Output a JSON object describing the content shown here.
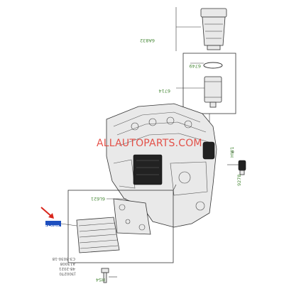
{
  "callouts": {
    "filter_cap": "6A832",
    "o_ring": "6749",
    "filter_element": "6714",
    "cooler_gasket": "6L621",
    "sensor_bolt": "HW1",
    "sensor": "9278",
    "bolt_bottom": "HS4",
    "cooler_part": "6A642"
  },
  "watermark": "ALLAUTOPARTS.COM",
  "drawing_code": [
    "J3002T0",
    "48-2021",
    "A13008",
    "C3-3030-18"
  ],
  "colors": {
    "label_green": "#4a8a3a",
    "watermark_red": "#e2362c",
    "arrow_red": "#d9261c",
    "tag_blue": "#1d4fbf"
  }
}
